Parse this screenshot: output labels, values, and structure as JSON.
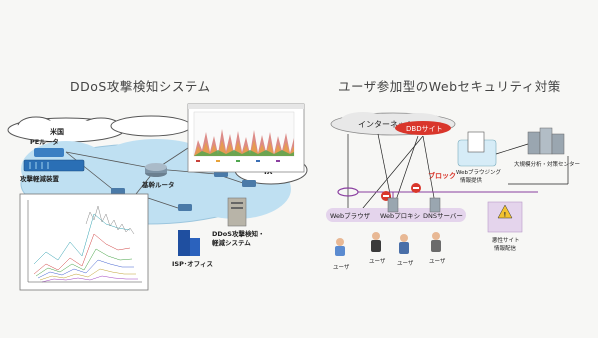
{
  "left": {
    "title": "DDoS攻撃検知システム",
    "labels": {
      "us": "米国",
      "pe_router": "PEルータ",
      "mitigation": "攻撃軽減装置",
      "core_router": "基幹ルータ",
      "ix": "IX",
      "ddos_system_1": "DDoS攻撃検知・",
      "ddos_system_2": "軽減システム",
      "isp_office": "ISP･オフィス"
    }
  },
  "right": {
    "title": "ユーザ参加型のWebセキュリティ対策",
    "labels": {
      "internet": "インターネット",
      "dbd_site": "DBDサイト",
      "block": "ブロック",
      "web_browsing_1": "Webブラウジング",
      "web_browsing_2": "情報提供",
      "analysis_center": "大規模分析・対策センター",
      "web_browser": "Webブラウザ",
      "web_proxy": "Webプロキシ",
      "dns_server": "DNSサーバー",
      "malicious_1": "悪性サイト",
      "malicious_2": "情報配信",
      "user": "ユーザ"
    }
  },
  "colors": {
    "cloud_blue": "#bfe0f2",
    "dbd_red": "#d9362b",
    "block_red": "#d9362b",
    "panel_purple": "#e4d4ec",
    "link_purple": "#8a3fa0"
  }
}
